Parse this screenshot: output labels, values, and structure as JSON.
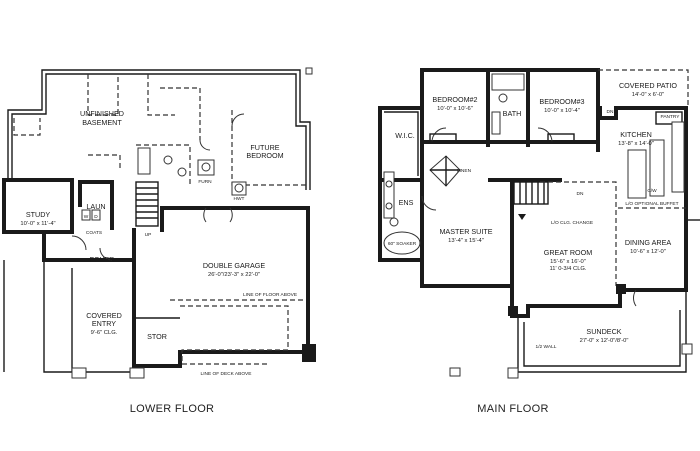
{
  "lower": {
    "caption": "LOWER FLOOR",
    "basement": [
      "UNFINISHED",
      "BASEMENT"
    ],
    "future_bedroom": [
      "FUTURE",
      "BEDROOM"
    ],
    "study": "STUDY",
    "study_dim": "10'-0\" x 11'-4\"",
    "laun": "LAUN",
    "coats": "COATS",
    "foyer": "FOYER",
    "garage": "DOUBLE GARAGE",
    "garage_dim": "26'-0\"/23'-3\" x 22'-0\"",
    "floor_above": "LINE OF FLOOR ABOVE",
    "entry": [
      "COVERED",
      "ENTRY"
    ],
    "entry_dim": "9'-6\" CLG.",
    "stor": "STOR",
    "deck_above": "LINE OF DECK ABOVE",
    "furn": "FURN",
    "hwt": "HWT",
    "up": "UP",
    "w": "W",
    "d": "D"
  },
  "main": {
    "caption": "MAIN FLOOR",
    "bed2": "BEDROOM#2",
    "bed2_dim": "10'-0\" x 10'-6\"",
    "bath": "BATH",
    "bed3": "BEDROOM#3",
    "bed3_dim": "10'-0\" x 10'-4\"",
    "patio": "COVERED PATIO",
    "patio_dim": "14'-0\" x 6'-0\"",
    "pantry": "PANTRY",
    "kitchen": "KITCHEN",
    "kitchen_dim": "13'-8\" x 14'-0\"",
    "wic": "W.I.C.",
    "linen": "LINEN",
    "ens": "ENS",
    "dn": "DN",
    "master": "MASTER SUITE",
    "master_dim": "13'-4\" x 15'-4\"",
    "clg_change": "L/O CLG. CHANGE",
    "buffet": "L/O OPTIONAL BUFFET",
    "great": "GREAT ROOM",
    "great_dim1": "15'-6\" x 16'-0\"",
    "great_dim2": "11' 0-3/4 CLG.",
    "dining": "DINING AREA",
    "dining_dim": "10'-6\" x 12'-0\"",
    "soaker": "60\" SOAKER",
    "sundeck": "SUNDECK",
    "sundeck_dim": "27'-0\" x 12'-0\"/8'-0\"",
    "half_wall": "1/2 WALL",
    "cw": "C/W"
  }
}
